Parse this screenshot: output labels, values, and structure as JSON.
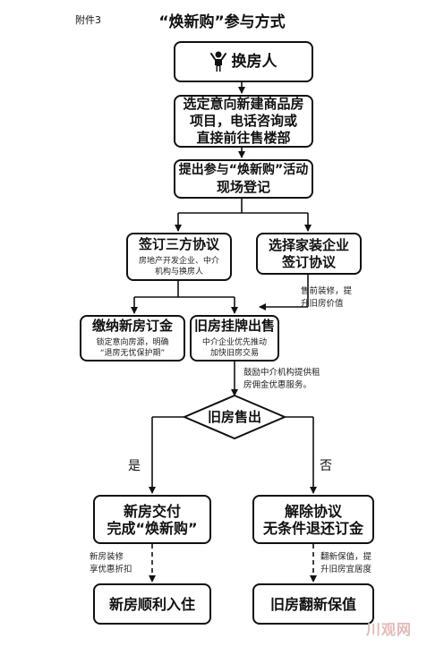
{
  "header": {
    "attachment_label": "附件3",
    "title": "“焕新购”参与方式"
  },
  "nodes": {
    "exchanger": "换房人",
    "select_house_line1": "选定意向新建商品房",
    "select_house_line2": "项目，电话咨询或",
    "select_house_line3": "直接前往售楼部",
    "apply_line1": "提出参与“焕新购”活动",
    "apply_line2": "现场登记",
    "tripartite_title": "签订三方协议",
    "tripartite_sub_line1": "房地产开发企业、中介",
    "tripartite_sub_line2": "机构与换房人",
    "decoration_line1": "选择家装企业",
    "decoration_line2": "签订协议",
    "deposit_title": "缴纳新房订金",
    "deposit_sub_line1": "锁定意向房源，明确",
    "deposit_sub_line2": "“退房无忧保护期”",
    "listing_title": "旧房挂牌出售",
    "listing_sub_line1": "中介企业优先推动",
    "listing_sub_line2": "加快旧房交易",
    "decision": "旧房售出",
    "delivery_line1": "新房交付",
    "delivery_line2": "完成“焕新购”",
    "terminate_line1": "解除协议",
    "terminate_line2": "无条件退还订金",
    "move_in": "新房顺利入住",
    "renovate": "旧房翻新保值"
  },
  "notes": {
    "presale_line1": "售前装修，提",
    "presale_line2": "升旧房价值",
    "agency_line1": "鼓励中介机构提供租",
    "agency_line2": "房佣金优惠服务。",
    "newhome_line1": "新房装修",
    "newhome_line2": "享优惠折扣",
    "refurbish_line1": "翻新保值，提",
    "refurbish_line2": "升旧房宜居度"
  },
  "labels": {
    "yes": "是",
    "no": "否"
  },
  "watermark": "川观网",
  "icons": {
    "person": "person-icon"
  }
}
